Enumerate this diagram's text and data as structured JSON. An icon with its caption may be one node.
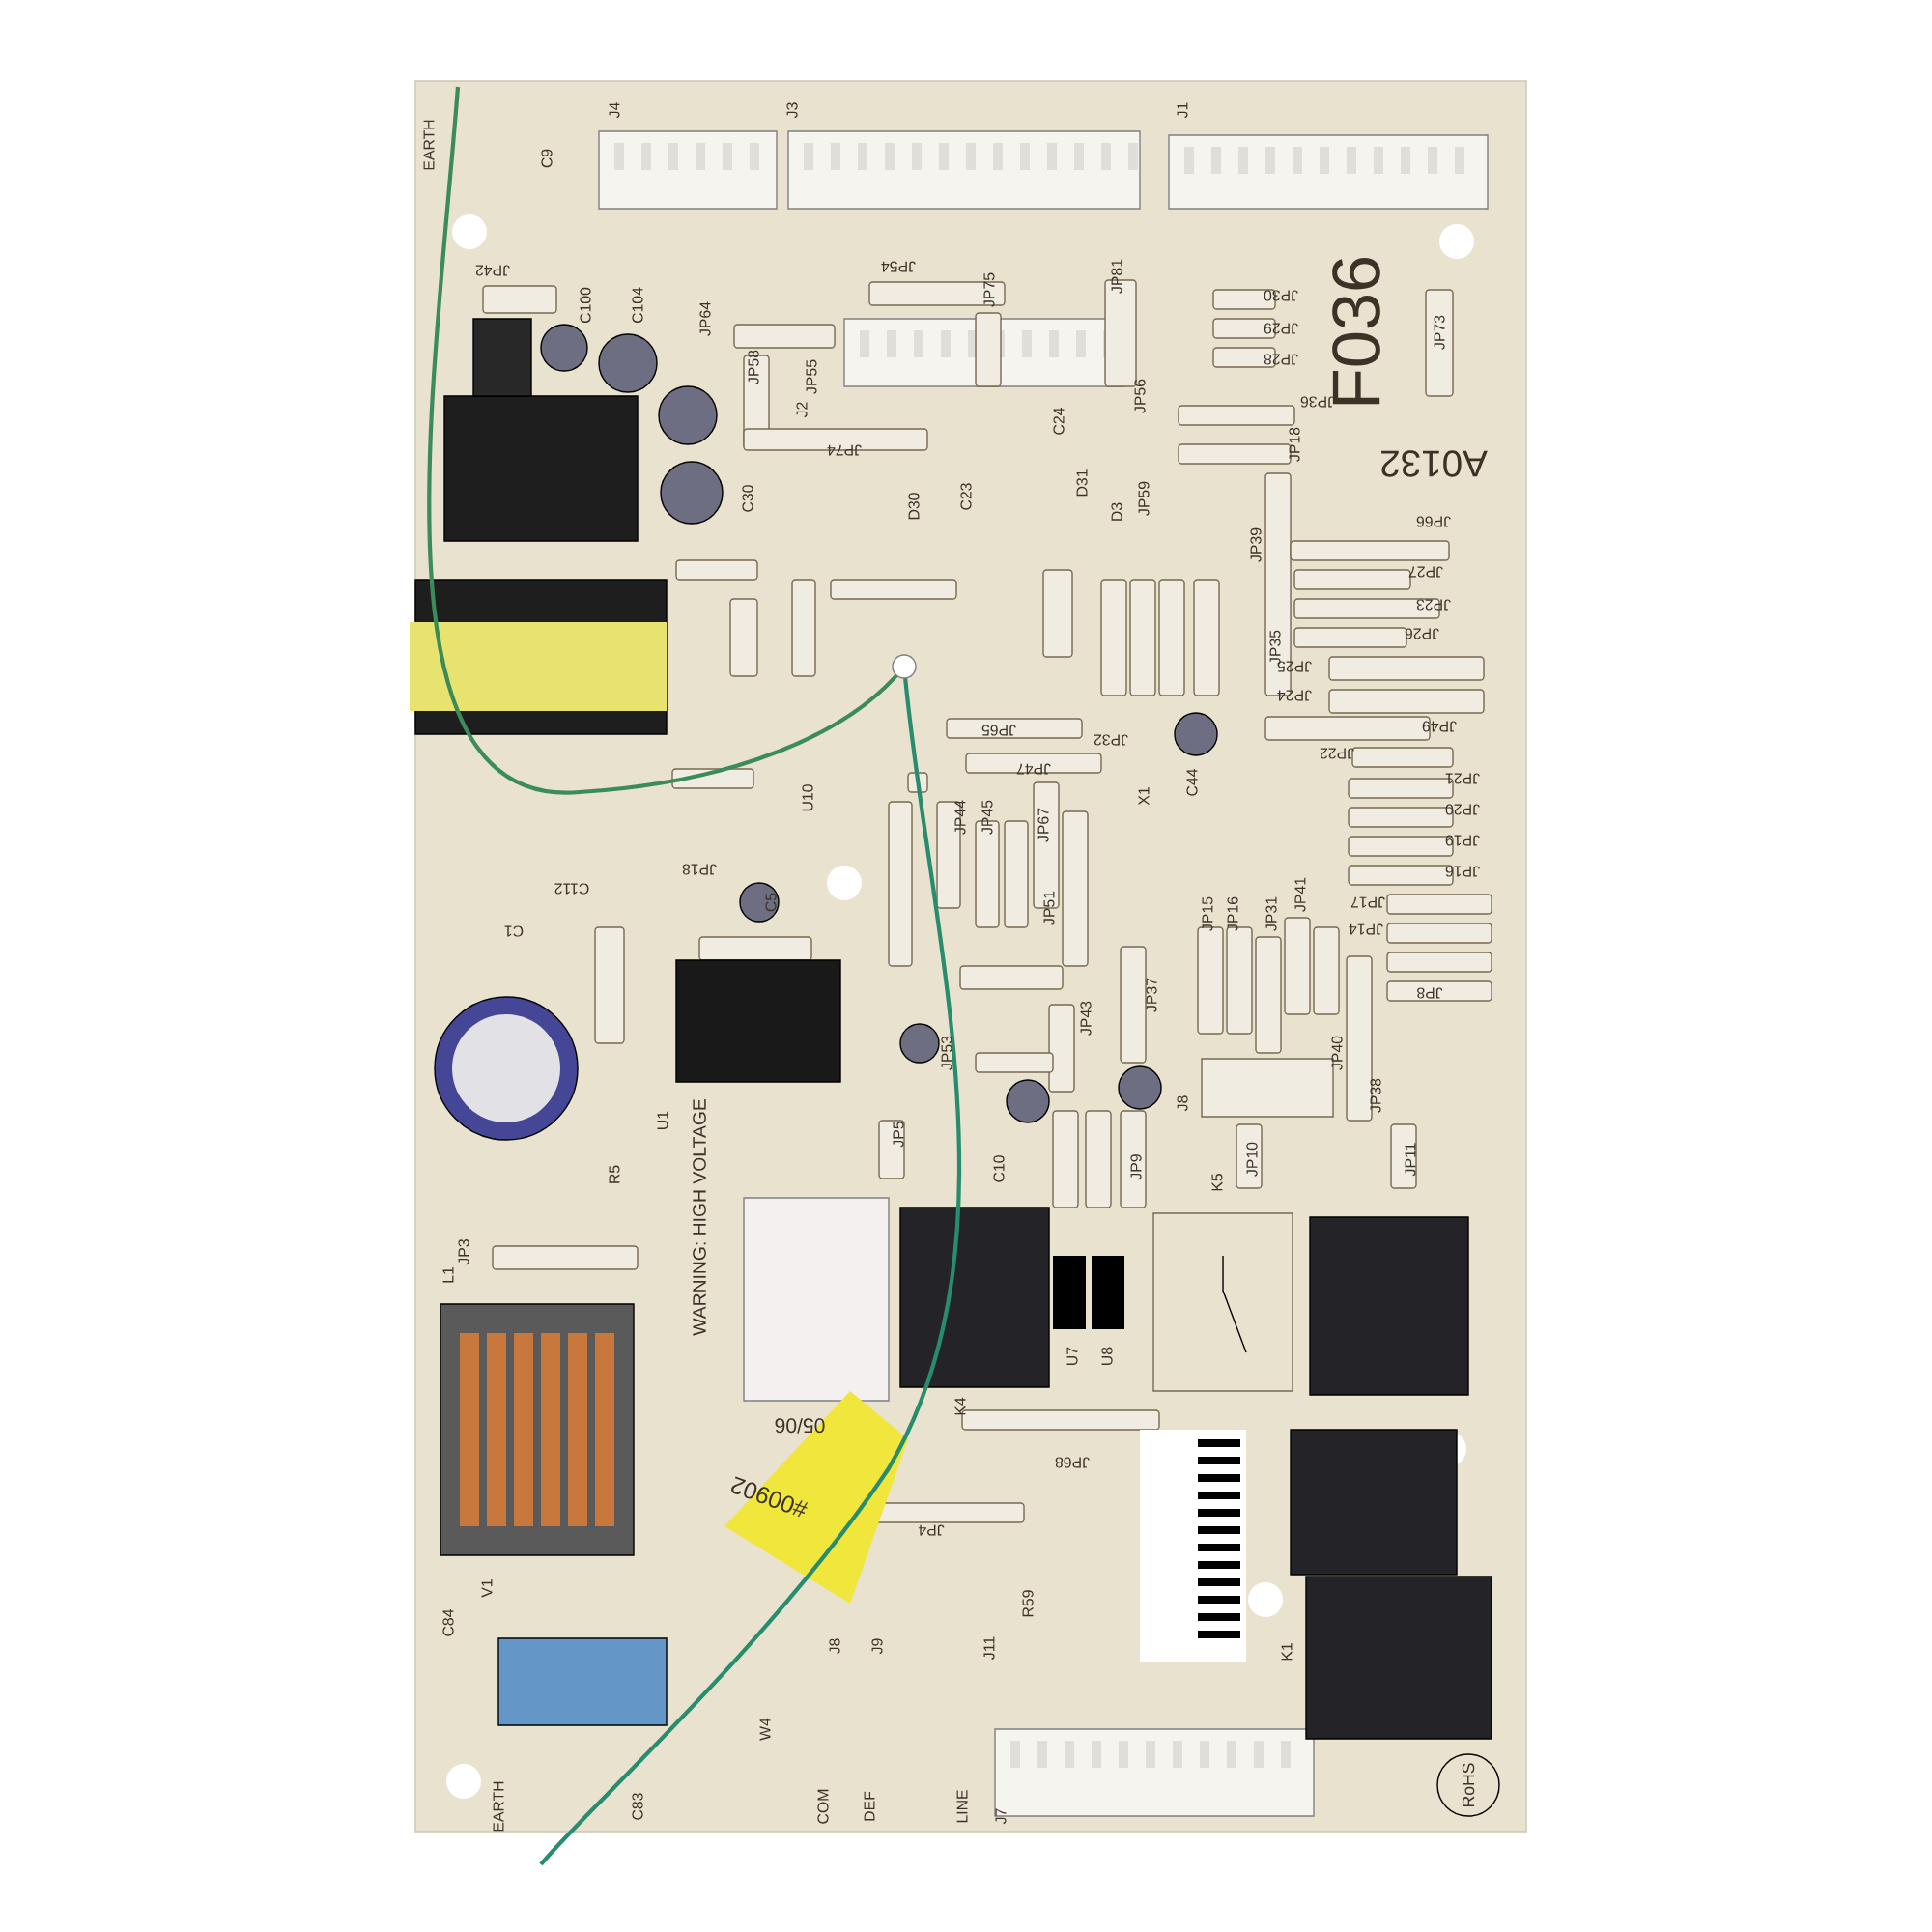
{
  "diagram": {
    "labels": [
      "EARTH",
      "C9",
      "J4",
      "J3",
      "J1",
      "JP58",
      "JP42",
      "JP54",
      "JP75",
      "JP81",
      "C100",
      "C104",
      "JP64",
      "F036",
      "JP73",
      "JP30",
      "JP29",
      "JP28",
      "JP55",
      "J2",
      "JP56",
      "JP36",
      "JP18",
      "A0132",
      "JP74",
      "C30",
      "D30",
      "C23",
      "C24",
      "D31",
      "D3",
      "JP59",
      "JP39",
      "JP66",
      "JP27",
      "JP23",
      "JP26",
      "JP35",
      "JP25",
      "JP24",
      "JP49",
      "JP22",
      "JP21",
      "JP20",
      "JP19",
      "JP16",
      "JP17",
      "JP14",
      "JP65",
      "JP47",
      "JP32",
      "C44",
      "X1",
      "U10",
      "JP18",
      "JP44",
      "JP45",
      "JP67",
      "JP51",
      "JP15",
      "JP16",
      "JP31",
      "JP41",
      "C112",
      "C1",
      "C5",
      "JP43",
      "JP53",
      "JP37",
      "JP40",
      "JP38",
      "JP8",
      "J8",
      "JP10",
      "JP11",
      "K5",
      "U1",
      "R5",
      "JP3",
      "L1",
      "WARNING: HIGH VOLTAGE",
      "U7",
      "U8",
      "K4",
      "JP5",
      "C10",
      "JP9",
      "JP68",
      "05/06",
      "#00902",
      "JP4",
      "J8",
      "J9",
      "J11",
      "R59",
      "K1",
      "C84",
      "V1",
      "W4",
      "COM",
      "DEF",
      "LINE",
      "EARTH",
      "C83",
      "J7",
      "RoHS"
    ]
  }
}
